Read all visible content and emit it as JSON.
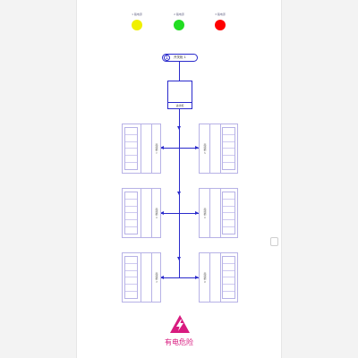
{
  "indicators": [
    {
      "label": "1 路电源",
      "color": "#f0f000"
    },
    {
      "label": "2 路电源",
      "color": "#22dd22"
    },
    {
      "label": "3 路电源",
      "color": "#ff0000"
    }
  ],
  "title": {
    "number": "1",
    "text": "开关柜 1"
  },
  "main_box": {
    "label": "进线柜"
  },
  "cabinets": [
    {
      "label": "出线柜 1"
    },
    {
      "label": "出线柜 2"
    },
    {
      "label": "出线柜 3"
    },
    {
      "label": "出线柜 4"
    },
    {
      "label": "出线柜 5"
    },
    {
      "label": "出线柜 6"
    }
  ],
  "warning": {
    "text": "有电危险",
    "color": "#d81b7f",
    "icon": "lightning-warning-icon"
  }
}
